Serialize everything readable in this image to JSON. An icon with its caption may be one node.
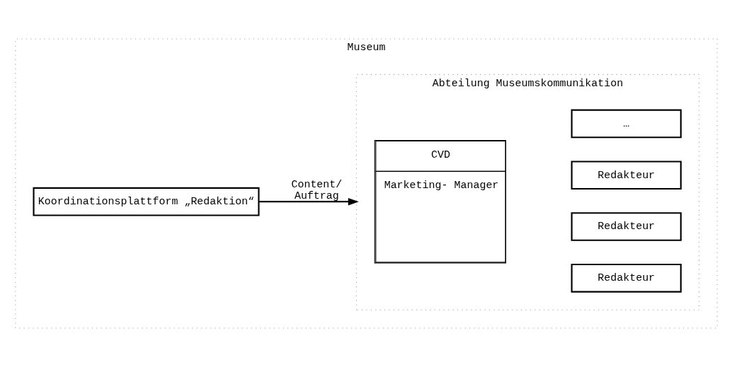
{
  "diagram": {
    "nodes": [
      {
        "text": [
          "Museum"
        ]
      },
      {
        "text": [
          "Koordinationsplattform „Redaktion“"
        ],
        "in": 0
      },
      {
        "text": [
          "Abteilung Museumskommunikation"
        ],
        "in": 0
      },
      {
        "text": [
          "CVD",
          "Marketing- Manager"
        ],
        "in": 2
      },
      {
        "text": [
          "Redakteur"
        ],
        "in": 2
      },
      {
        "text": [
          "Redakteur"
        ],
        "in": 2
      },
      {
        "text": [
          "Redakteur"
        ],
        "in": 2
      },
      {
        "text": [
          "…"
        ],
        "in": 2
      }
    ],
    "edges": [
      {
        "from": 1,
        "to": 2,
        "arrow": "to",
        "label": "Content/ Auftrag"
      }
    ]
  }
}
